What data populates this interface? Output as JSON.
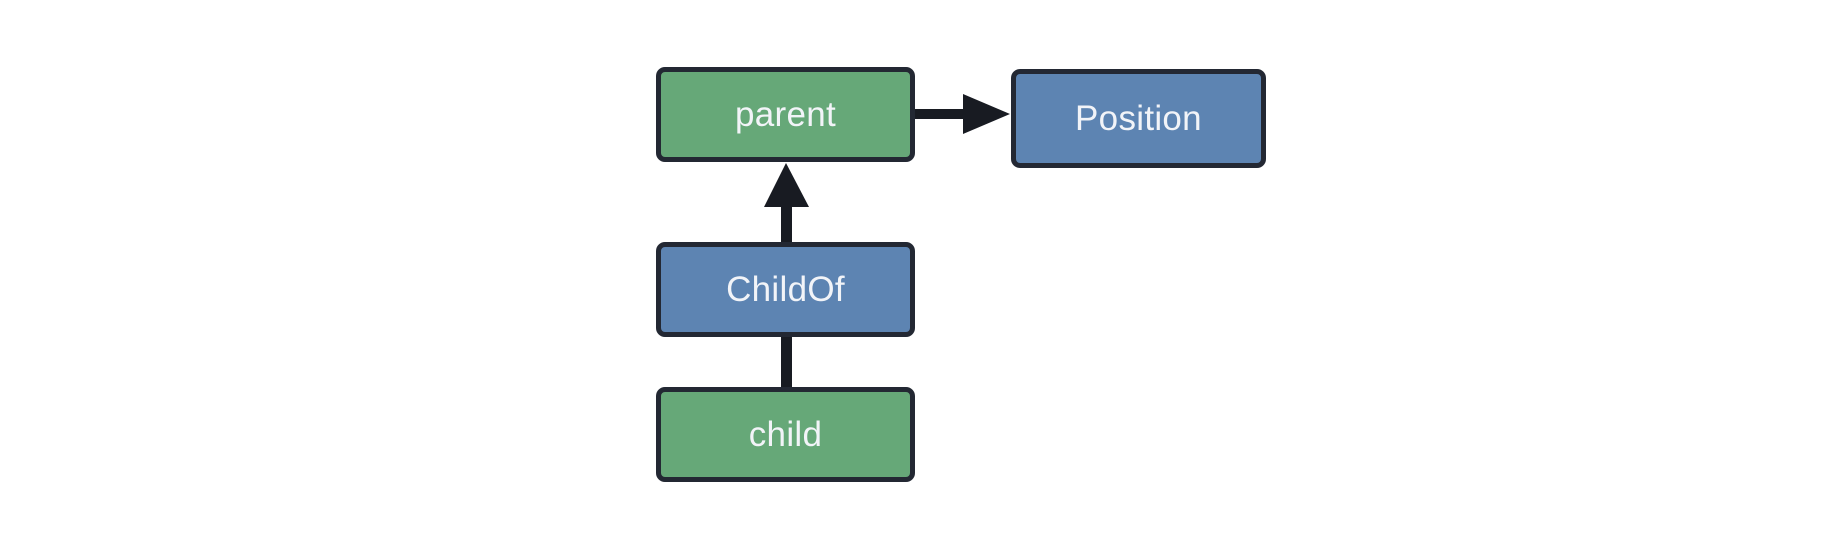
{
  "palette": {
    "background": "#ffffff",
    "entity_green": "#66a878",
    "component_blue": "#5d84b2",
    "node_border": "#232833",
    "arrow": "#181b22",
    "label": "#f2f4f8"
  },
  "diagram": {
    "type": "graph",
    "nodes": [
      {
        "id": "parent",
        "label": "parent",
        "kind": "entity",
        "fill": "#66a878"
      },
      {
        "id": "position",
        "label": "Position",
        "kind": "component",
        "fill": "#5d84b2"
      },
      {
        "id": "childof",
        "label": "ChildOf",
        "kind": "relationship",
        "fill": "#5d84b2"
      },
      {
        "id": "child",
        "label": "child",
        "kind": "entity",
        "fill": "#66a878"
      }
    ],
    "edges": [
      {
        "from": "parent",
        "to": "Position",
        "style": "arrow",
        "direction": "right"
      },
      {
        "from": "ChildOf",
        "to": "parent",
        "style": "arrow",
        "direction": "up"
      },
      {
        "from": "child",
        "to": "ChildOf",
        "style": "line",
        "direction": "up"
      }
    ]
  }
}
